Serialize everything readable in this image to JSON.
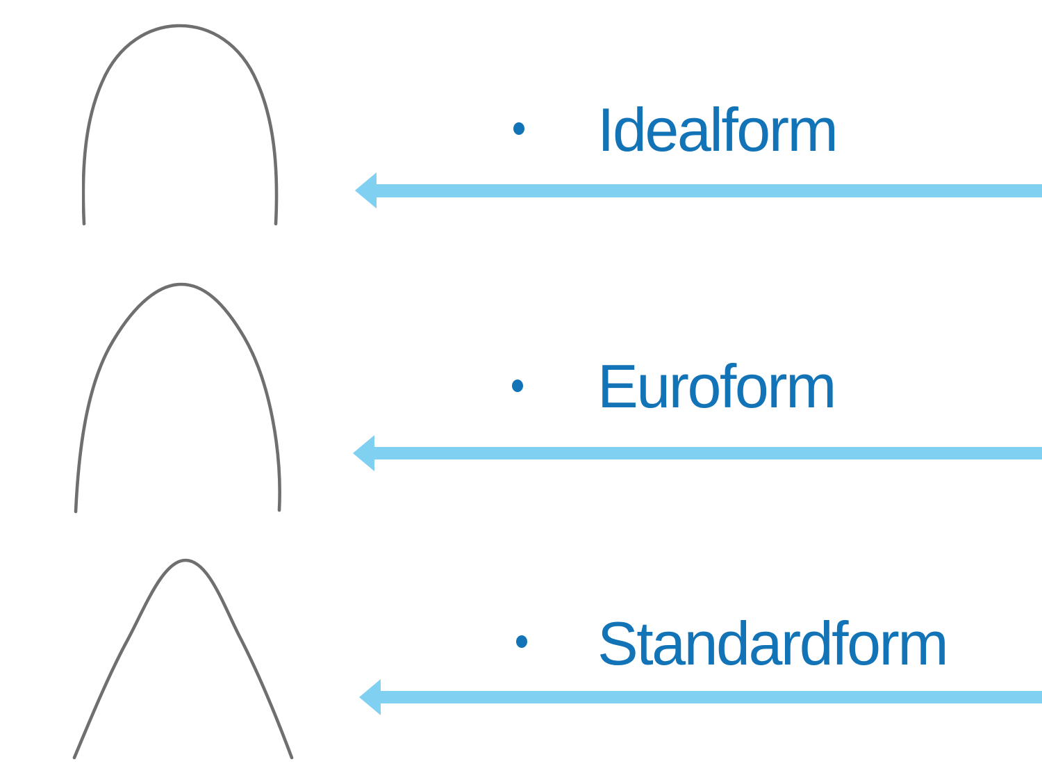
{
  "list": {
    "items": [
      {
        "label": "Idealform"
      },
      {
        "label": "Euroform"
      },
      {
        "label": "Standardform"
      }
    ]
  },
  "icons": {
    "bullet": "bullet-dot",
    "arrow": "left-arrow",
    "wires": [
      "idealform-archwire",
      "euroform-archwire",
      "standardform-archwire"
    ]
  },
  "colors": {
    "text_blue": "#1273b6",
    "arrow_blue": "#7fd0f1",
    "wire_gray": "#6f6f6f",
    "background": "#ffffff"
  }
}
